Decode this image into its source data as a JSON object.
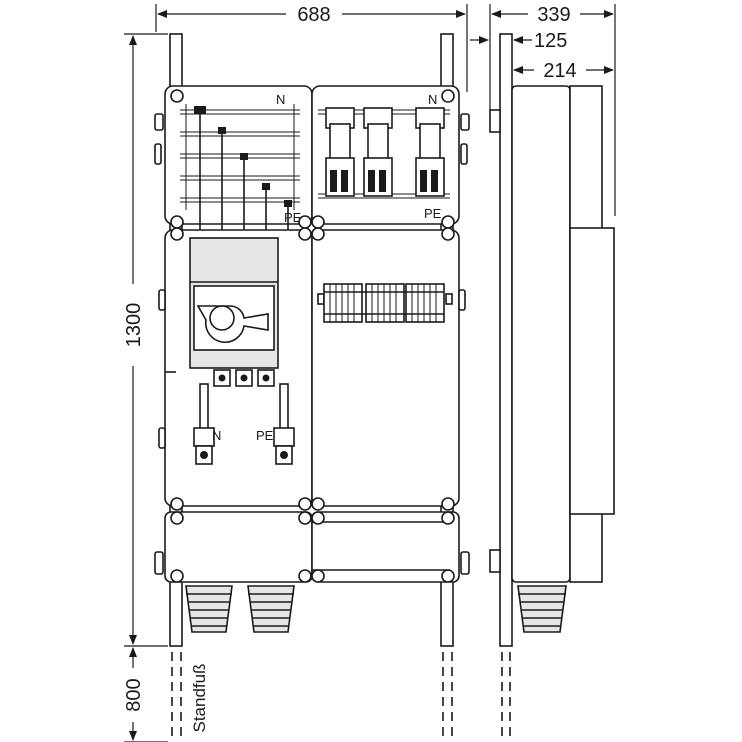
{
  "dimensions": {
    "total_width": "688",
    "side_depth": "339",
    "side_base": "125",
    "side_body": "214",
    "height": "1300",
    "foot_height": "800"
  },
  "labels": {
    "n_top_left": "N",
    "pe_top_left": "PE",
    "n_top_right": "N",
    "pe_top_right": "PE",
    "n_switch": "N",
    "pe_switch": "PE",
    "standfuss": "Standfuß"
  }
}
